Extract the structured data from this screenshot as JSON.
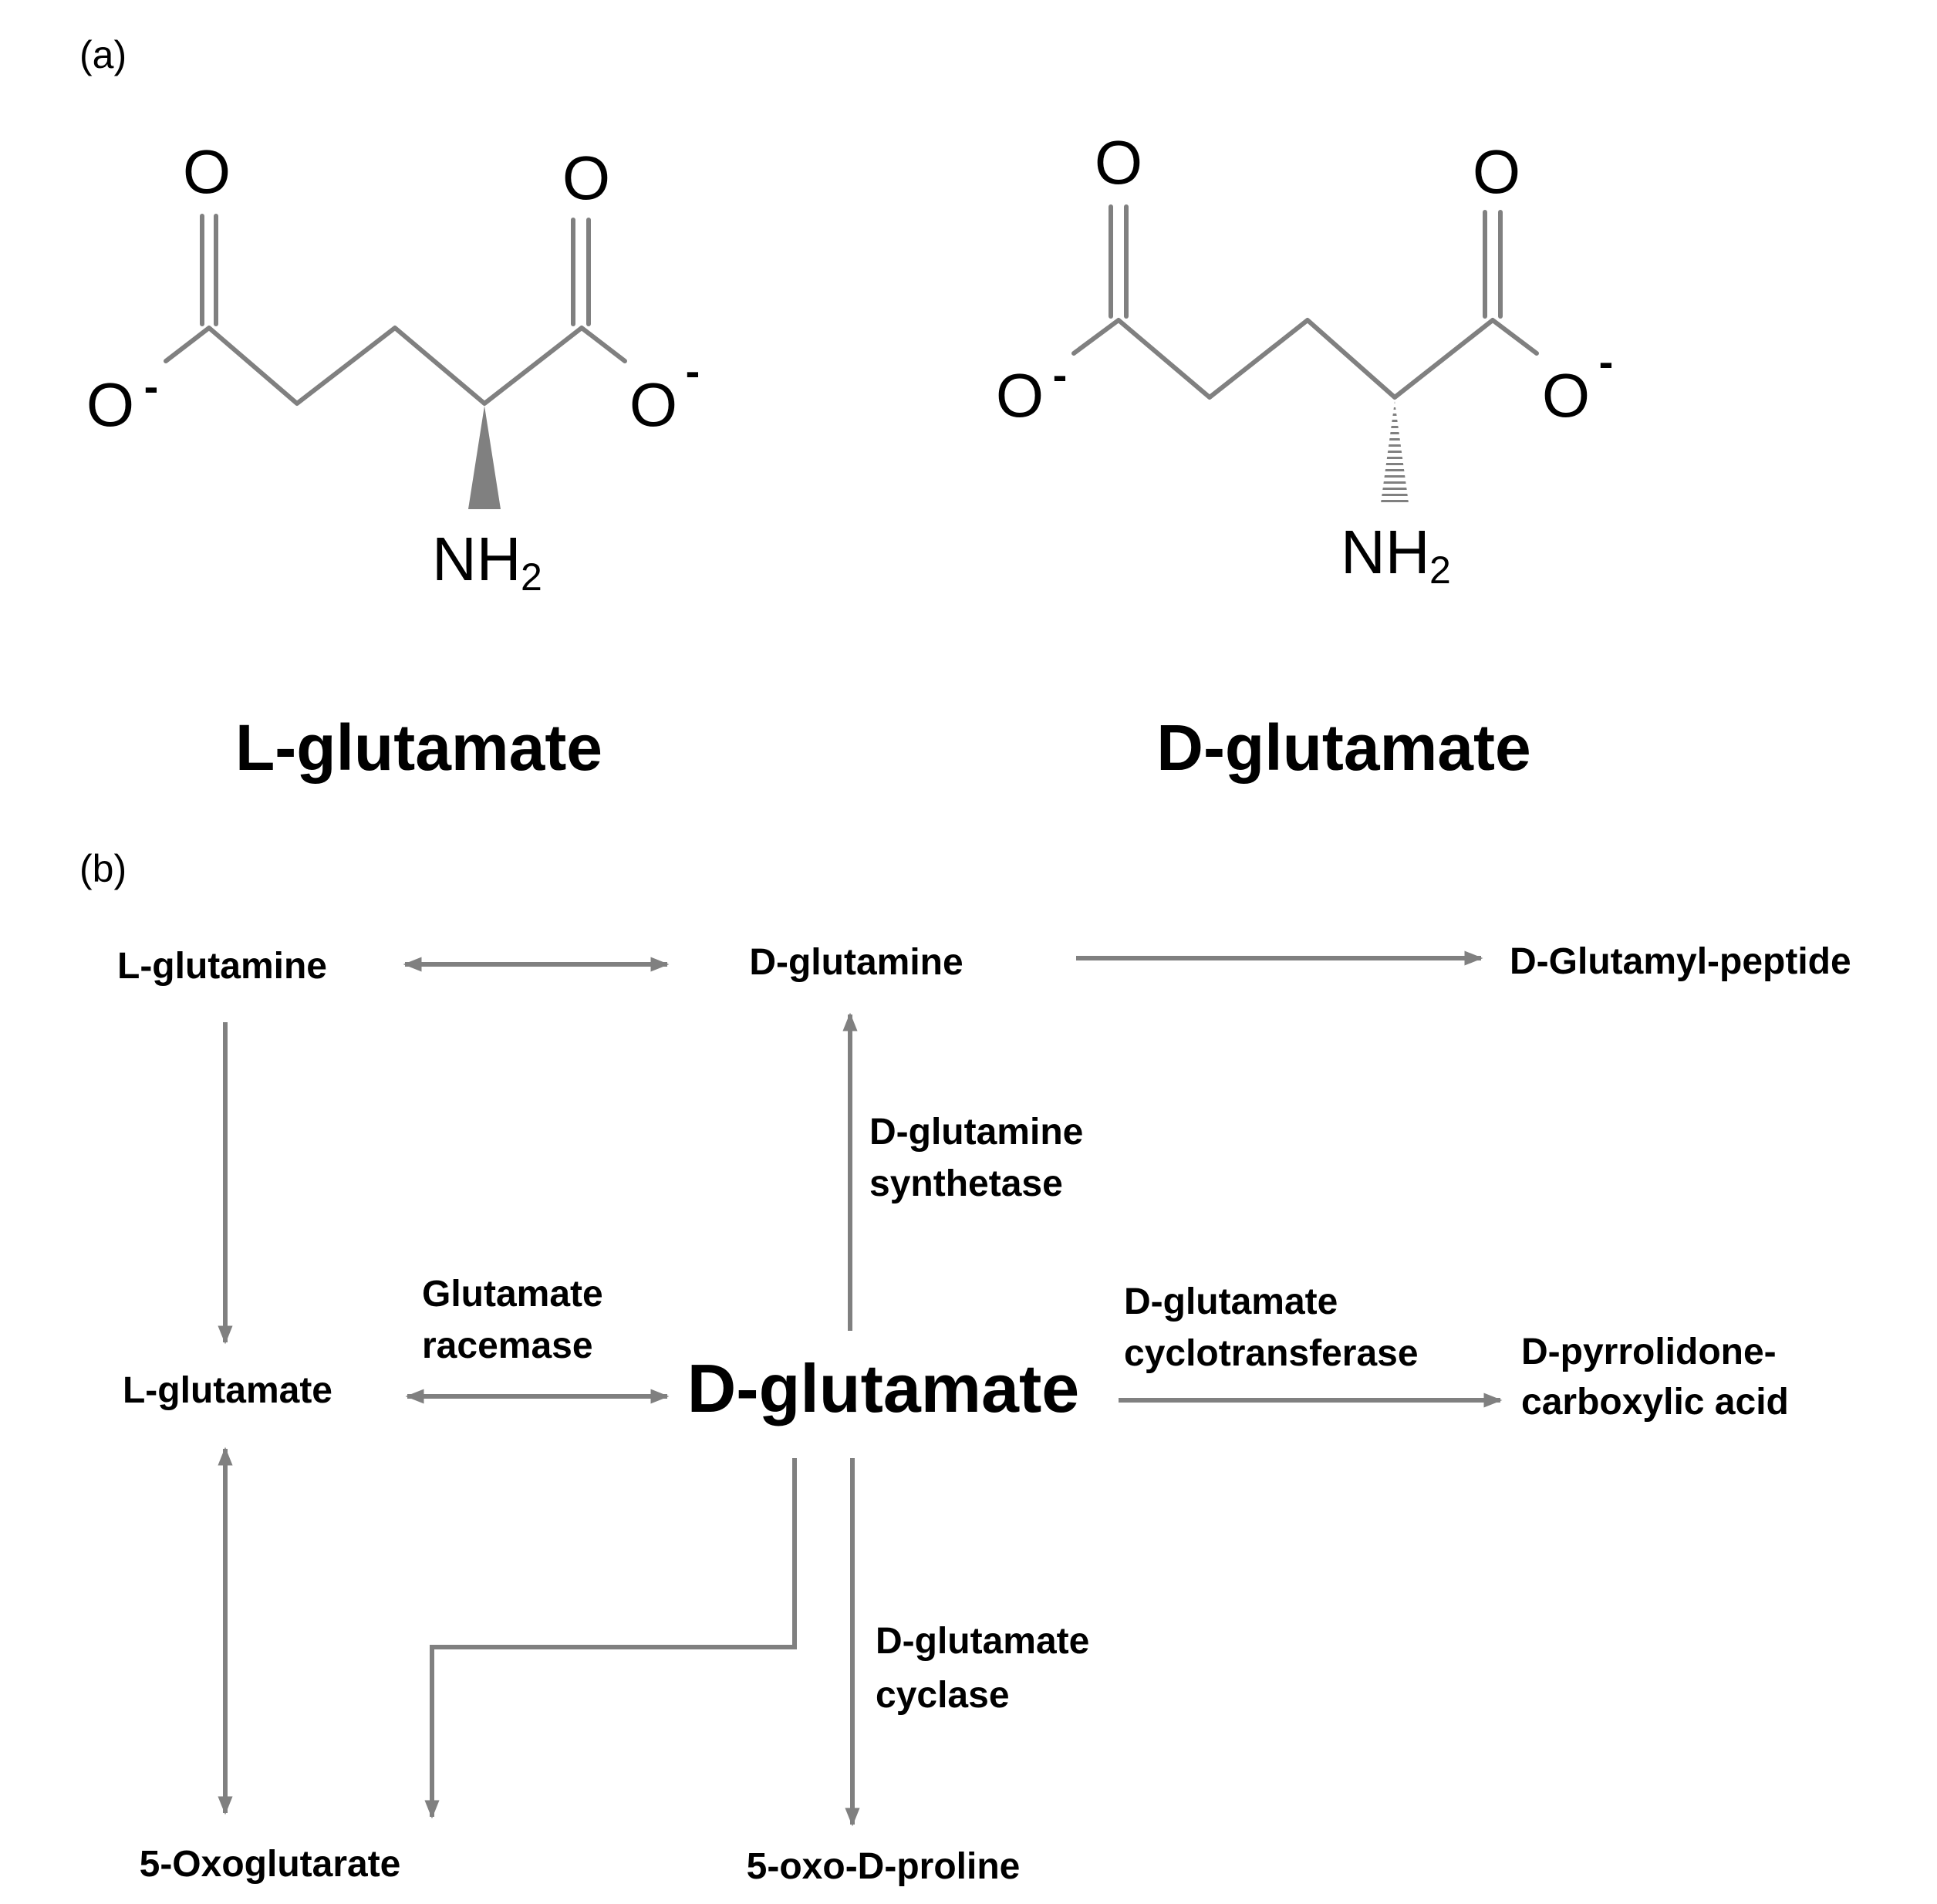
{
  "panel_a": {
    "label": "(a)",
    "l_glutamate": {
      "name": "L-glutamate",
      "atoms": {
        "o_top_left": "O",
        "o_top_right": "O",
        "o_minus_left": "O",
        "o_minus_right": "O",
        "charge": "-",
        "n": "NH",
        "n_sub": "2"
      }
    },
    "d_glutamate": {
      "name": "D-glutamate",
      "atoms": {
        "o_top_left": "O",
        "o_top_right": "O",
        "o_minus_left": "O",
        "o_minus_right": "O",
        "charge": "-",
        "n": "NH",
        "n_sub": "2"
      }
    }
  },
  "panel_b": {
    "label": "(b)",
    "nodes": {
      "l_glutamine": "L-glutamine",
      "d_glutamine": "D-glutamine",
      "d_glutamyl_peptide": "D-Glutamyl-peptide",
      "l_glutamate": "L-glutamate",
      "d_glutamate": "D-glutamate",
      "d_pyrrolidone_line1": "D-pyrrolidone-",
      "d_pyrrolidone_line2": "carboxylic  acid",
      "oxoglutarate": "5-Oxoglutarate",
      "oxo_d_proline": "5-oxo-D-proline"
    },
    "enzymes": {
      "synthetase_line1": "D-glutamine",
      "synthetase_line2": "synthetase",
      "racemase_line1": "Glutamate",
      "racemase_line2": "racemase",
      "cyclotransferase_line1": "D-glutamate",
      "cyclotransferase_line2": "cyclotransferase",
      "cyclase_line1": "D-glutamate",
      "cyclase_line2": "cyclase"
    }
  },
  "colors": {
    "bond": "#808080",
    "arrow": "#808080",
    "text": "#000000",
    "background": "#ffffff"
  }
}
